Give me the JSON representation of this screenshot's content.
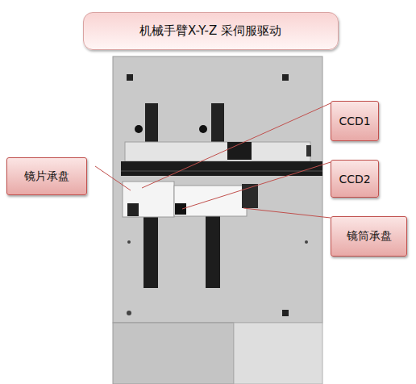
{
  "diagram": {
    "title": "机械手臂X-Y-Z 采伺服驱动",
    "nodes": [
      {
        "text": [
          "CCD1"
        ]
      },
      {
        "text": [
          "镜片承盘"
        ]
      },
      {
        "text": [
          "CCD2"
        ]
      },
      {
        "text": [
          "镜筒承盘"
        ]
      }
    ]
  }
}
